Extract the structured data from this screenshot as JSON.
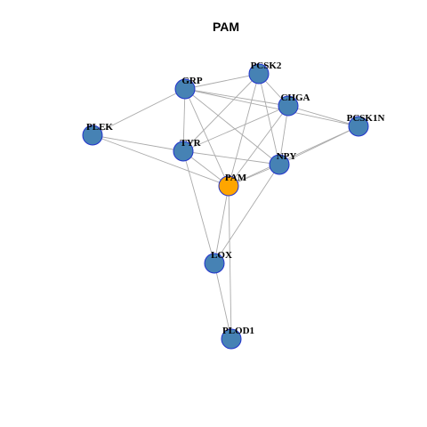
{
  "title": "PAM",
  "colors": {
    "node_fill": "#4682b4",
    "node_border": "#2233cc",
    "focus_fill": "#ffa500",
    "edge": "#aaaaaa",
    "background": "#ffffff"
  },
  "focus_node": "PAM",
  "nodes": [
    {
      "id": "PCSK2",
      "label": "PCSK2"
    },
    {
      "id": "GRP",
      "label": "GRP"
    },
    {
      "id": "CHGA",
      "label": "CHGA"
    },
    {
      "id": "PCSK1N",
      "label": "PCSK1N"
    },
    {
      "id": "PLEK",
      "label": "PLEK"
    },
    {
      "id": "TYR",
      "label": "TYR"
    },
    {
      "id": "NPY",
      "label": "NPY"
    },
    {
      "id": "PAM",
      "label": "PAM"
    },
    {
      "id": "LOX",
      "label": "LOX"
    },
    {
      "id": "PLOD1",
      "label": "PLOD1"
    }
  ],
  "edges": [
    [
      "GRP",
      "PCSK2"
    ],
    [
      "GRP",
      "CHGA"
    ],
    [
      "GRP",
      "PCSK1N"
    ],
    [
      "GRP",
      "PLEK"
    ],
    [
      "GRP",
      "TYR"
    ],
    [
      "GRP",
      "NPY"
    ],
    [
      "GRP",
      "PAM"
    ],
    [
      "PCSK2",
      "CHGA"
    ],
    [
      "PCSK2",
      "TYR"
    ],
    [
      "PCSK2",
      "NPY"
    ],
    [
      "PCSK2",
      "PAM"
    ],
    [
      "CHGA",
      "PCSK1N"
    ],
    [
      "CHGA",
      "TYR"
    ],
    [
      "CHGA",
      "NPY"
    ],
    [
      "CHGA",
      "PAM"
    ],
    [
      "PCSK1N",
      "NPY"
    ],
    [
      "PCSK1N",
      "PAM"
    ],
    [
      "PLEK",
      "TYR"
    ],
    [
      "PLEK",
      "PAM"
    ],
    [
      "TYR",
      "NPY"
    ],
    [
      "TYR",
      "PAM"
    ],
    [
      "TYR",
      "LOX"
    ],
    [
      "NPY",
      "PAM"
    ],
    [
      "NPY",
      "LOX"
    ],
    [
      "PAM",
      "LOX"
    ],
    [
      "PAM",
      "PLOD1"
    ],
    [
      "LOX",
      "PLOD1"
    ]
  ]
}
